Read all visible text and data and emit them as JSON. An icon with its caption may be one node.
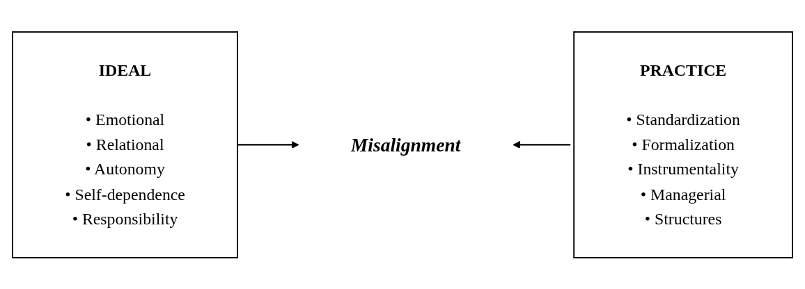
{
  "diagram": {
    "nodes": [
      {
        "text": [
          "IDEAL",
          "• Emotional",
          "• Relational",
          "• Autonomy",
          "• Self-dependence",
          "• Responsibility"
        ]
      },
      {
        "text": [
          "Misalignment"
        ]
      },
      {
        "text": [
          "PRACTICE",
          "• Standardization",
          "• Formalization",
          "• Instrumentality",
          "• Managerial",
          "• Structures"
        ]
      }
    ],
    "edges": [
      {
        "from": 0,
        "to": 1,
        "arrow": "to"
      },
      {
        "from": 2,
        "to": 1,
        "arrow": "to"
      }
    ]
  }
}
